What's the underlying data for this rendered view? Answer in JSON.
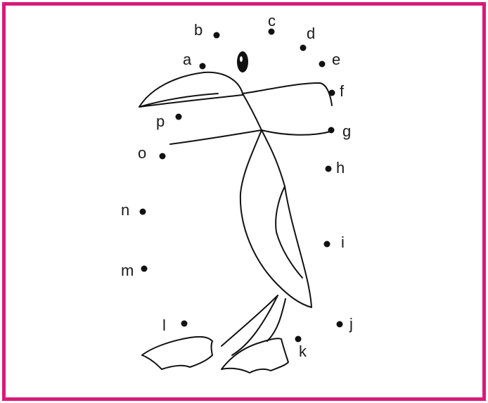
{
  "worksheet": {
    "frame_color": "#d81b7a",
    "dots": [
      {
        "label": "a"
      },
      {
        "label": "b"
      },
      {
        "label": "c"
      },
      {
        "label": "d"
      },
      {
        "label": "e"
      },
      {
        "label": "f"
      },
      {
        "label": "g"
      },
      {
        "label": "h"
      },
      {
        "label": "i"
      },
      {
        "label": "j"
      },
      {
        "label": "k"
      },
      {
        "label": "l"
      },
      {
        "label": "m"
      },
      {
        "label": "n"
      },
      {
        "label": "o"
      },
      {
        "label": "p"
      }
    ]
  }
}
